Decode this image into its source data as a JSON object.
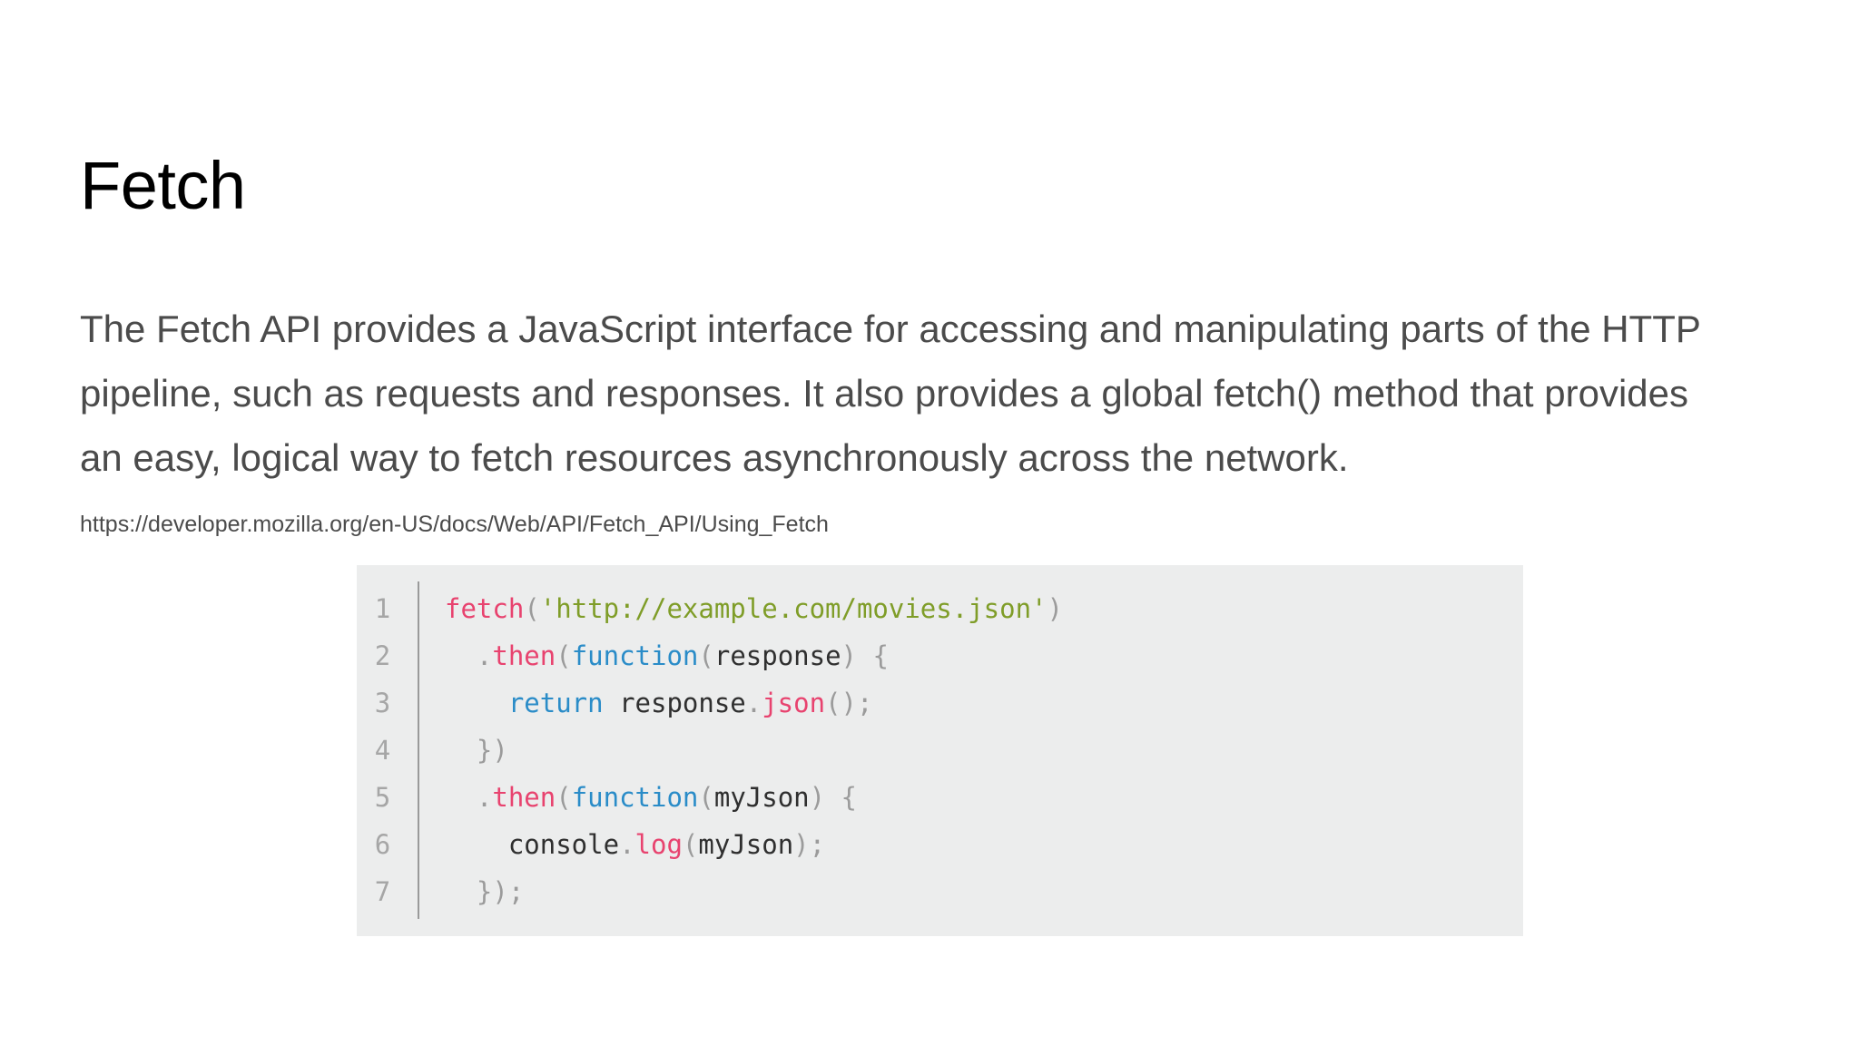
{
  "slide": {
    "title": "Fetch",
    "body": "The Fetch API provides a JavaScript interface for accessing and manipulating parts of the HTTP pipeline, such as requests and responses. It also provides a global fetch() method that provides an easy, logical way to fetch resources asynchronously across the network.",
    "source_url": "https://developer.mozilla.org/en-US/docs/Web/API/Fetch_API/Using_Fetch",
    "background_color": "#ffffff",
    "title_color": "#000000",
    "body_color": "#4b4b4b"
  },
  "code_block": {
    "background_color": "#eceded",
    "language": "javascript",
    "line_numbers": [
      "1",
      "2",
      "3",
      "4",
      "5",
      "6",
      "7"
    ],
    "plain_text": "fetch('http://example.com/movies.json')\n  .then(function(response) {\n    return response.json();\n  })\n  .then(function(myJson) {\n    console.log(myJson);\n  });",
    "syntax_colors": {
      "function_name": "#e8436f",
      "string": "#7f9d28",
      "keyword": "#2a8cc8",
      "punctuation": "#9b9b9b",
      "plain": "#2f2f2f",
      "line_number": "#a6a6a6"
    },
    "lines": [
      {
        "number": "1",
        "tokens": [
          {
            "t": "fetch",
            "c": "fn"
          },
          {
            "t": "(",
            "c": "punct"
          },
          {
            "t": "'http://example.com/movies.json'",
            "c": "string"
          },
          {
            "t": ")",
            "c": "punct"
          }
        ]
      },
      {
        "number": "2",
        "tokens": [
          {
            "t": "  .",
            "c": "punct"
          },
          {
            "t": "then",
            "c": "fn"
          },
          {
            "t": "(",
            "c": "punct"
          },
          {
            "t": "function",
            "c": "kw"
          },
          {
            "t": "(",
            "c": "punct"
          },
          {
            "t": "response",
            "c": "plain"
          },
          {
            "t": ") {",
            "c": "punct"
          }
        ]
      },
      {
        "number": "3",
        "tokens": [
          {
            "t": "    ",
            "c": "plain"
          },
          {
            "t": "return",
            "c": "kw"
          },
          {
            "t": " response",
            "c": "plain"
          },
          {
            "t": ".",
            "c": "punct"
          },
          {
            "t": "json",
            "c": "fn"
          },
          {
            "t": "();",
            "c": "punct"
          }
        ]
      },
      {
        "number": "4",
        "tokens": [
          {
            "t": "  })",
            "c": "punct"
          }
        ]
      },
      {
        "number": "5",
        "tokens": [
          {
            "t": "  .",
            "c": "punct"
          },
          {
            "t": "then",
            "c": "fn"
          },
          {
            "t": "(",
            "c": "punct"
          },
          {
            "t": "function",
            "c": "kw"
          },
          {
            "t": "(",
            "c": "punct"
          },
          {
            "t": "myJson",
            "c": "plain"
          },
          {
            "t": ") {",
            "c": "punct"
          }
        ]
      },
      {
        "number": "6",
        "tokens": [
          {
            "t": "    console",
            "c": "plain"
          },
          {
            "t": ".",
            "c": "punct"
          },
          {
            "t": "log",
            "c": "fn"
          },
          {
            "t": "(",
            "c": "punct"
          },
          {
            "t": "myJson",
            "c": "plain"
          },
          {
            "t": ");",
            "c": "punct"
          }
        ]
      },
      {
        "number": "7",
        "tokens": [
          {
            "t": "  });",
            "c": "punct"
          }
        ]
      }
    ]
  }
}
